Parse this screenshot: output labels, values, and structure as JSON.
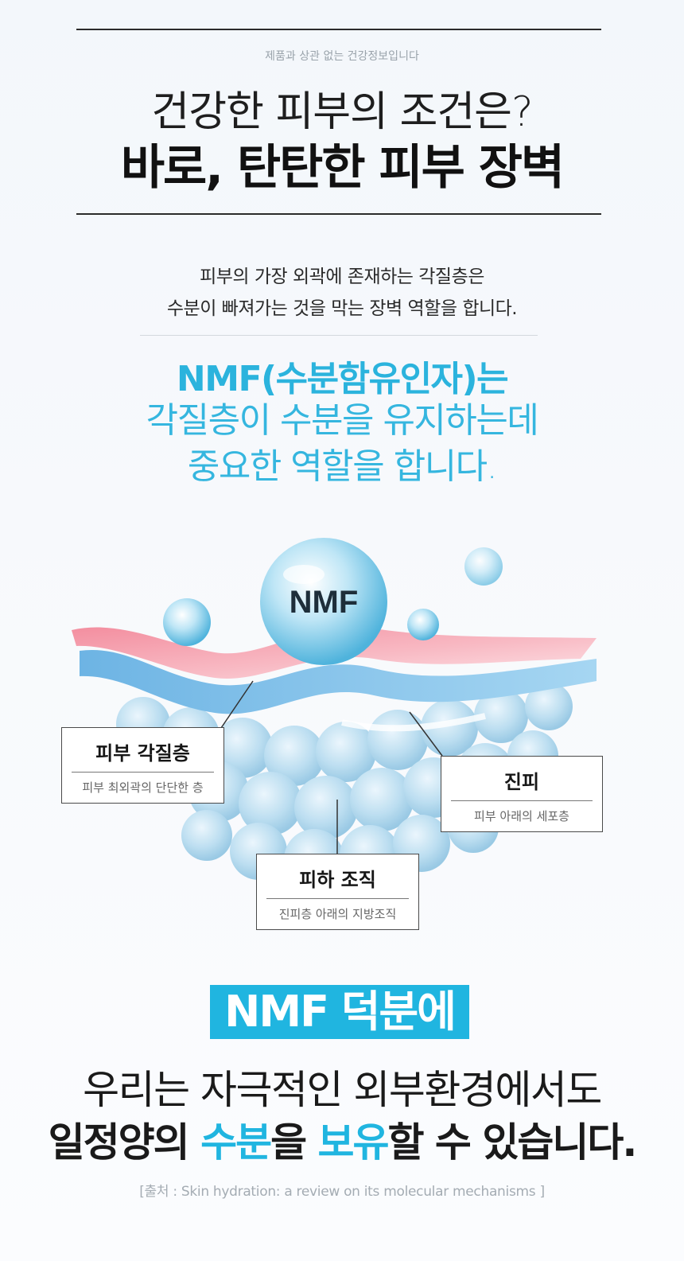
{
  "header": {
    "disclaimer": "제품과 상관 없는 건강정보입니다",
    "question": "건강한 피부의 조건은?",
    "answer": "바로, 탄탄한 피부 장벽"
  },
  "description": {
    "line1": "피부의 가장 외곽에 존재하는 각질층은",
    "line2": "수분이 빠져가는 것을 막는 장벽 역할을 합니다."
  },
  "nmf_section": {
    "heading": "NMF(수분함유인자)는",
    "line1": "각질층이 수분을 유지하는데",
    "line2": "중요한 역할을 합니다."
  },
  "illustration": {
    "drop_label": "NMF",
    "labels": [
      {
        "title": "피부 각질층",
        "sub": "피부 최외곽의 단단한 층"
      },
      {
        "title": "진피",
        "sub": "피부 아래의 세포층"
      },
      {
        "title": "피하 조직",
        "sub": "진피층 아래의 지방조직"
      }
    ]
  },
  "closing": {
    "badge": "NMF 덕분에",
    "line1": "우리는 자극적인 외부환경에서도",
    "line2_a": "일정양의 ",
    "line2_hl1": "수분",
    "line2_b": "을 ",
    "line2_hl2": "보유",
    "line2_c": "할 수 있습니다."
  },
  "source": "[출처 : Skin hydration: a review on its molecular mechanisms ]",
  "colors": {
    "accent": "#20b5e0",
    "accent_text": "#35b6df",
    "pink": "#f6a8b4",
    "blue": "#8cc8ea"
  }
}
